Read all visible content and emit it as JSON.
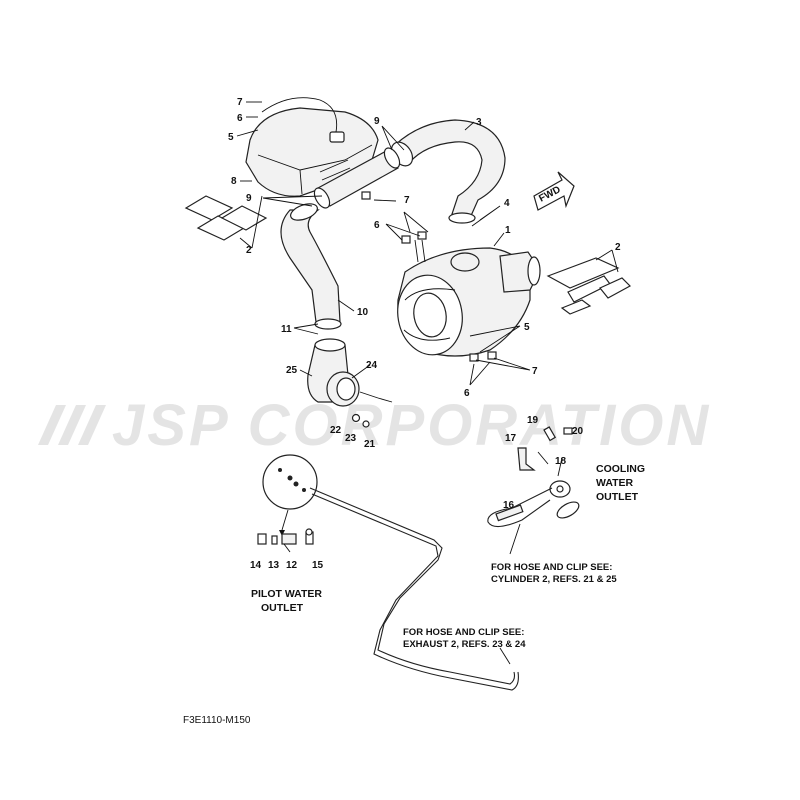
{
  "watermark": {
    "text": "JSP CORPORATION"
  },
  "figure_code": "F3E1110-M150",
  "fwd_label": "FWD",
  "callouts": {
    "c1": "1",
    "c2a": "2",
    "c2b": "2",
    "c3": "3",
    "c4": "4",
    "c5a": "5",
    "c5b": "5",
    "c6a": "6",
    "c6b": "6",
    "c6c": "6",
    "c7a": "7",
    "c7b": "7",
    "c7c": "7",
    "c8": "8",
    "c9a": "9",
    "c9b": "9",
    "c10": "10",
    "c11": "11",
    "c12": "12",
    "c13": "13",
    "c14": "14",
    "c15": "15",
    "c16": "16",
    "c17": "17",
    "c18": "18",
    "c19": "19",
    "c20": "20",
    "c21": "21",
    "c22": "22",
    "c23": "23",
    "c24": "24",
    "c25": "25"
  },
  "labels": {
    "cooling_water_outlet": [
      "COOLING",
      "WATER",
      "OUTLET"
    ],
    "pilot_water_outlet": [
      "PILOT WATER",
      "OUTLET"
    ],
    "note_cylinder": [
      "FOR HOSE AND CLIP SEE:",
      "CYLINDER 2, REFS. 21 & 25"
    ],
    "note_exhaust": [
      "FOR HOSE AND CLIP SEE:",
      "EXHAUST 2, REFS. 23 & 24"
    ]
  },
  "colors": {
    "line": "#111111",
    "part_fill": "#f2f2f2",
    "watermark": "#e4e4e4"
  }
}
